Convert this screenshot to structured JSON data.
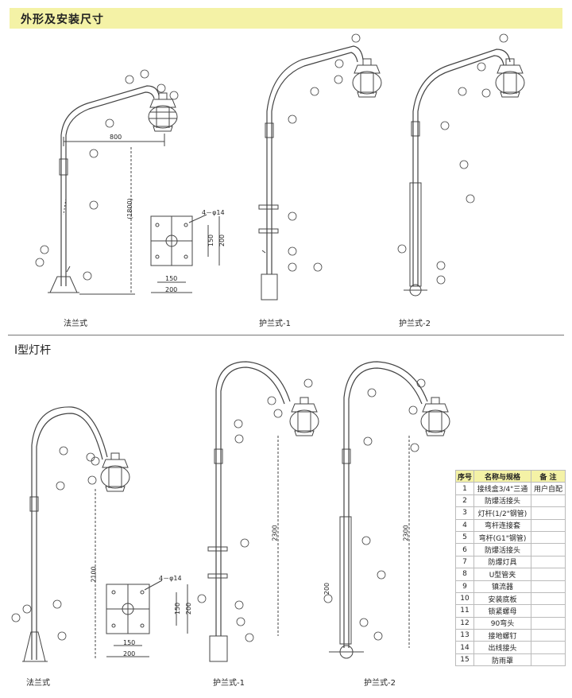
{
  "header": {
    "title": "外形及安装尺寸"
  },
  "section2": {
    "title": "I型灯杆"
  },
  "captions": {
    "c1": "法兰式",
    "c2": "护兰式-1",
    "c3": "护兰式-2",
    "c4": "法兰式",
    "c5": "护兰式-1",
    "c6": "护兰式-2"
  },
  "dimensions": {
    "d800": "800",
    "d1800": "(1800)",
    "bolt1": "4－φ14",
    "d150a": "150",
    "d200a": "200",
    "d150b": "150",
    "d200b": "200",
    "d2100": "2100",
    "d2300a": "2300",
    "d2300b": "2300",
    "d200c": "200",
    "bolt2": "4－φ14",
    "d150c": "150",
    "d200d": "200",
    "d150d": "150",
    "d200e": "200"
  },
  "parts_table": {
    "headers": [
      "序号",
      "名称与规格",
      "备 注"
    ],
    "rows": [
      [
        "1",
        "接线盒3/4\"三通",
        "用户自配"
      ],
      [
        "2",
        "防爆活接头",
        ""
      ],
      [
        "3",
        "灯杆(1/2\"钢管)",
        ""
      ],
      [
        "4",
        "弯杆连接套",
        ""
      ],
      [
        "5",
        "弯杆(G1\"钢管)",
        ""
      ],
      [
        "6",
        "防爆活接头",
        ""
      ],
      [
        "7",
        "防爆灯具",
        ""
      ],
      [
        "8",
        "U型管夹",
        ""
      ],
      [
        "9",
        "镇流器",
        ""
      ],
      [
        "10",
        "安装底板",
        ""
      ],
      [
        "11",
        "锁紧螺母",
        ""
      ],
      [
        "12",
        "90弯头",
        ""
      ],
      [
        "13",
        "接地螺钉",
        ""
      ],
      [
        "14",
        "出线接头",
        ""
      ],
      [
        "15",
        "防雨罩",
        ""
      ]
    ]
  }
}
